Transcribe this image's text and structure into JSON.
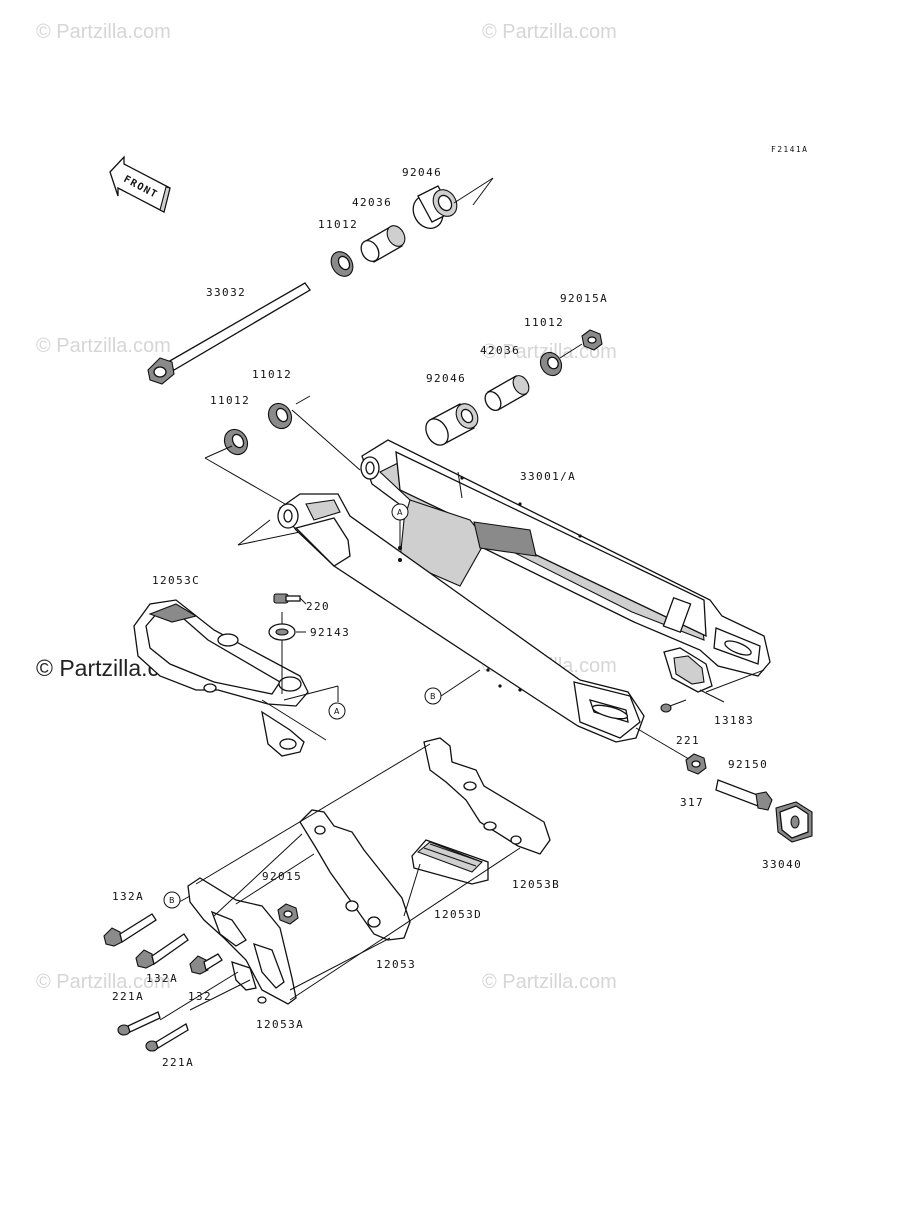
{
  "diagram": {
    "figure_code": "F2141A",
    "front_arrow_label": "FRONT",
    "watermark_text": "© Partzilla.com",
    "watermark_main": "© Partzilla.com",
    "callout_a": "A",
    "callout_b": "B",
    "part_labels": {
      "p92046_top": "92046",
      "p42036_top": "42036",
      "p11012_top": "11012",
      "p33032": "33032",
      "p92015A": "92015A",
      "p11012_r": "11012",
      "p42036_r": "42036",
      "p92046_r": "92046",
      "p11012_l1": "11012",
      "p11012_l2": "11012",
      "p33001A": "33001/A",
      "p12053C": "12053C",
      "p220": "220",
      "p92143": "92143",
      "p13183": "13183",
      "p221": "221",
      "p92150": "92150",
      "p317": "317",
      "p33040": "33040",
      "p12053B": "12053B",
      "p12053D": "12053D",
      "p92015": "92015",
      "p12053": "12053",
      "p132A_1": "132A",
      "p132A_2": "132A",
      "p132": "132",
      "p221A_1": "221A",
      "p221A_2": "221A",
      "p12053A": "12053A"
    }
  }
}
